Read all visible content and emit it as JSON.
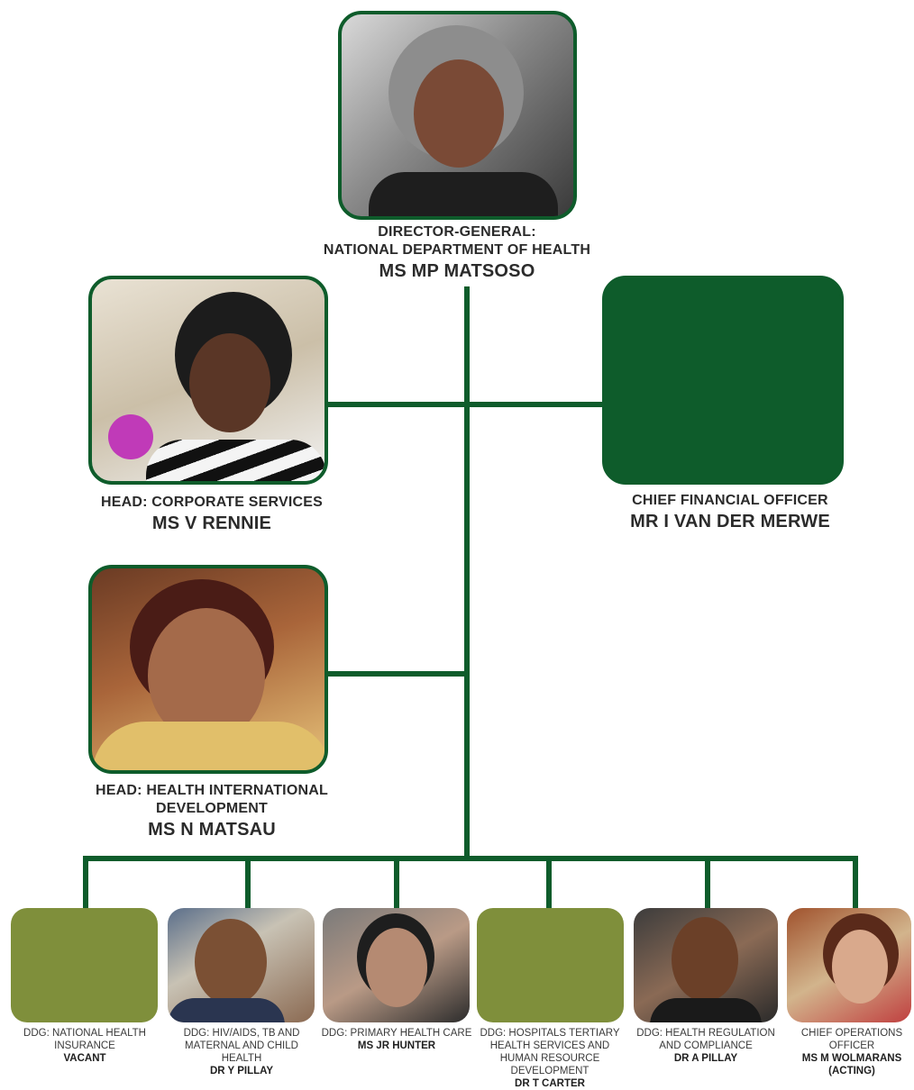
{
  "director": {
    "title_line1": "DIRECTOR-GENERAL:",
    "title_line2": "NATIONAL DEPARTMENT OF HEALTH",
    "name": "MS MP MATSOSO"
  },
  "corporate": {
    "title": "HEAD: CORPORATE SERVICES",
    "name": "MS V RENNIE"
  },
  "cfo": {
    "title": "CHIEF FINANCIAL OFFICER",
    "name": "MR I VAN DER MERWE"
  },
  "international": {
    "title_line1": "HEAD: HEALTH INTERNATIONAL",
    "title_line2": "DEVELOPMENT",
    "name": "MS N MATSAU"
  },
  "ddgs": [
    {
      "title": "DDG: NATIONAL HEALTH INSURANCE",
      "name": "VACANT"
    },
    {
      "title": "DDG: HIV/AIDS, TB AND MATERNAL AND CHILD HEALTH",
      "name": "DR Y PILLAY"
    },
    {
      "title": "DDG: PRIMARY HEALTH CARE",
      "name": "MS JR HUNTER"
    },
    {
      "title": "DDG: HOSPITALS TERTIARY HEALTH SERVICES AND HUMAN RESOURCE DEVELOPMENT",
      "name": "DR T CARTER"
    },
    {
      "title": "DDG: HEALTH REGULATION AND COMPLIANCE",
      "name": "DR A PILLAY"
    },
    {
      "title": "CHIEF OPERATIONS OFFICER",
      "name": "MS M WOLMARANS (ACTING)"
    }
  ],
  "colors": {
    "line": "#0e5c2b",
    "placeholder_large": "#0e5c2b",
    "placeholder_small": "#7f8f3b"
  }
}
